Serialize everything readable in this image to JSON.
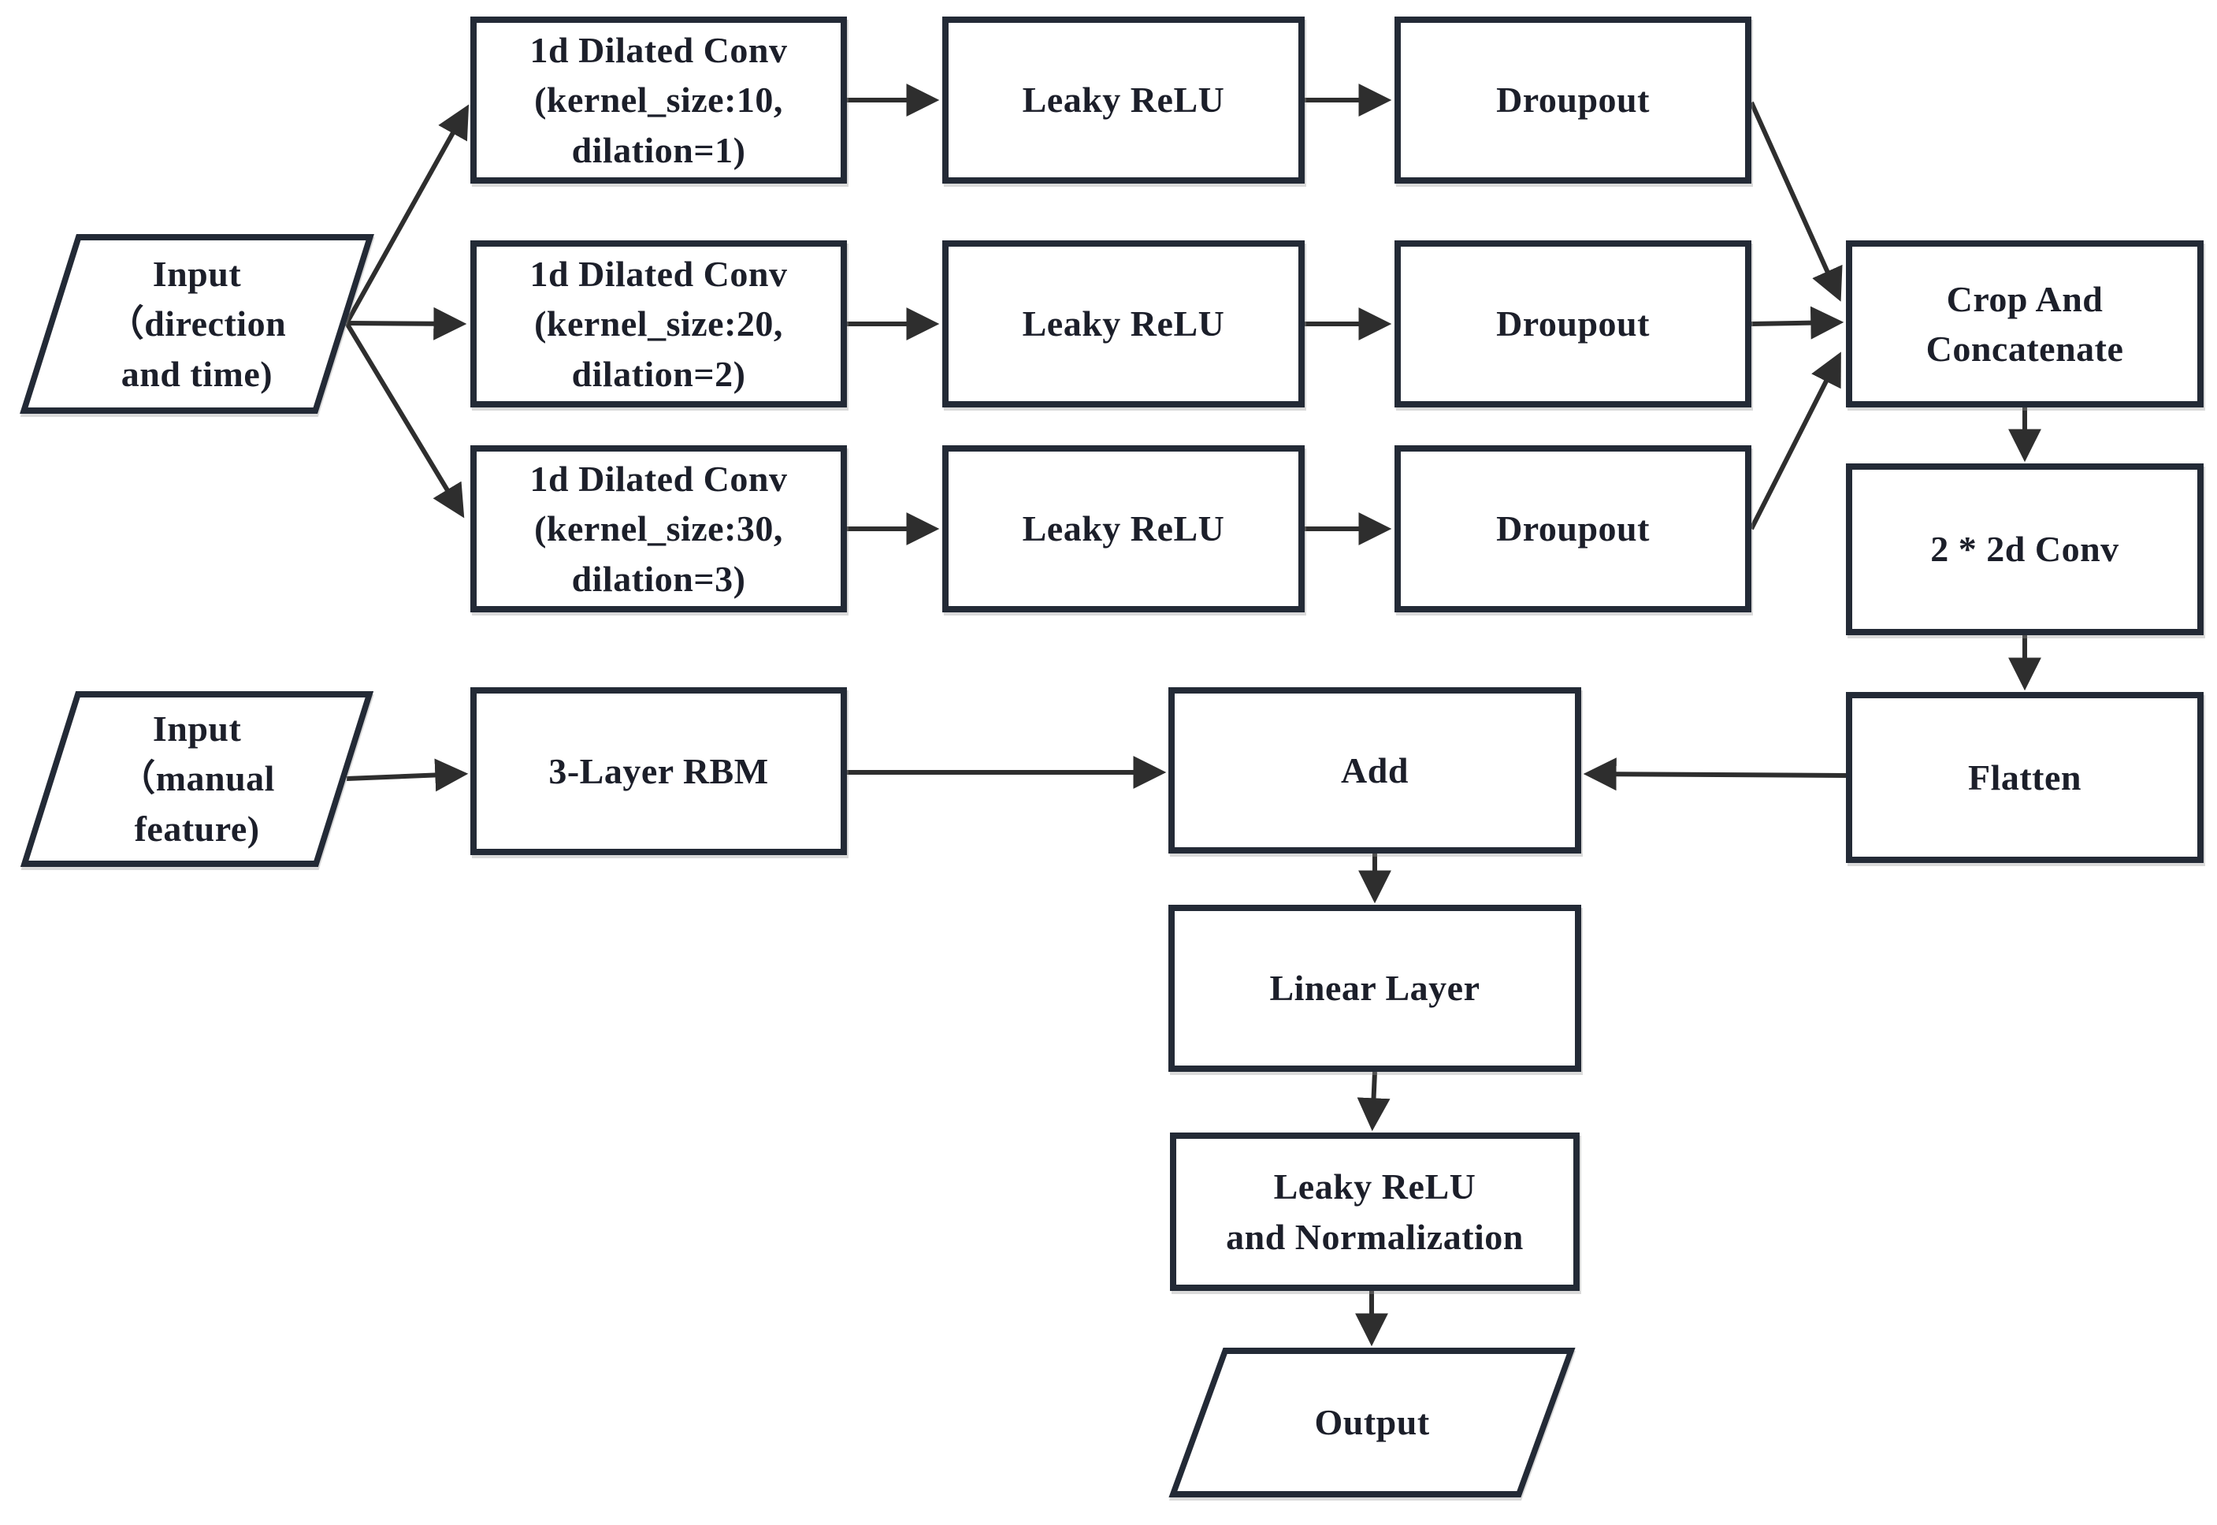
{
  "diagram": {
    "title": "Neural network architecture flowchart",
    "colors": {
      "background": "#ffffff",
      "box_border": "#232a36",
      "text": "#1c1f2a",
      "arrow": "#2e2e2e"
    },
    "nodes": {
      "input_direction_time": {
        "label": "Input\n（direction\nand time)",
        "shape": "parallelogram"
      },
      "conv_k10": {
        "label": "1d Dilated Conv\n(kernel_size:10,\ndilation=1)",
        "shape": "rect"
      },
      "conv_k20": {
        "label": "1d Dilated Conv\n(kernel_size:20,\ndilation=2)",
        "shape": "rect"
      },
      "conv_k30": {
        "label": "1d Dilated Conv\n(kernel_size:30,\ndilation=3)",
        "shape": "rect"
      },
      "leaky_relu_1": {
        "label": "Leaky ReLU",
        "shape": "rect"
      },
      "leaky_relu_2": {
        "label": "Leaky ReLU",
        "shape": "rect"
      },
      "leaky_relu_3": {
        "label": "Leaky ReLU",
        "shape": "rect"
      },
      "droupout_1": {
        "label": "Droupout",
        "shape": "rect"
      },
      "droupout_2": {
        "label": "Droupout",
        "shape": "rect"
      },
      "droupout_3": {
        "label": "Droupout",
        "shape": "rect"
      },
      "crop_and_concatenate": {
        "label": "Crop And\nConcatenate",
        "shape": "rect"
      },
      "conv_2d": {
        "label": "2 * 2d Conv",
        "shape": "rect"
      },
      "flatten": {
        "label": "Flatten",
        "shape": "rect"
      },
      "input_manual_feature": {
        "label": "Input\n（manual\nfeature)",
        "shape": "parallelogram"
      },
      "rbm": {
        "label": "3-Layer RBM",
        "shape": "rect"
      },
      "add": {
        "label": "Add",
        "shape": "rect"
      },
      "linear_layer": {
        "label": "Linear Layer",
        "shape": "rect"
      },
      "leaky_relu_and_normalization": {
        "label": "Leaky ReLU\nand Normalization",
        "shape": "rect"
      },
      "output": {
        "label": "Output",
        "shape": "parallelogram"
      }
    }
  }
}
